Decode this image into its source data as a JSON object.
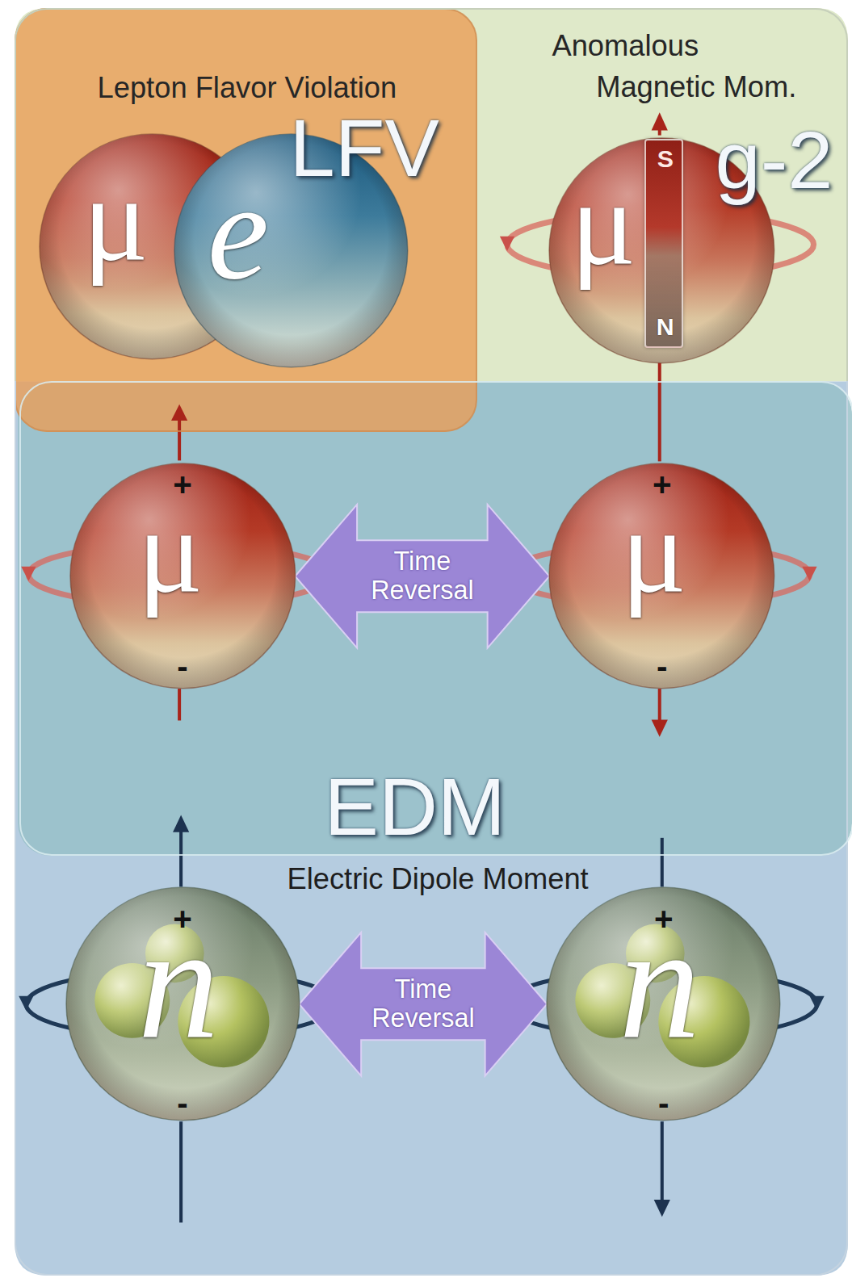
{
  "diagram": {
    "nodes": [
      {
        "text": [
          "Lepton Flavor Violation",
          "LFV"
        ]
      },
      {
        "text": [
          "μ"
        ],
        "in": 0
      },
      {
        "text": [
          "e"
        ],
        "in": 0
      },
      {
        "text": [
          "Anomalous Magnetic Mom.",
          "g-2"
        ]
      },
      {
        "text": [
          "μ"
        ],
        "in": 3
      },
      {
        "text": [
          "S",
          "N"
        ],
        "in": 4
      },
      {
        "text": [
          "Electric Dipole Moment"
        ]
      },
      {
        "text": [
          "EDM"
        ],
        "in": 6
      },
      {
        "text": [
          "+",
          "μ",
          "-"
        ],
        "in": 7
      },
      {
        "text": [
          "+",
          "μ",
          "-"
        ],
        "in": 7
      },
      {
        "text": [
          "+",
          "n",
          "-"
        ],
        "in": 6
      },
      {
        "text": [
          "+",
          "n",
          "-"
        ],
        "in": 6
      }
    ],
    "edges": [
      {
        "from": 8,
        "to": 9,
        "arrow": "both",
        "label": "Time Reversal"
      },
      {
        "from": 10,
        "to": 11,
        "arrow": "both",
        "label": "Time Reversal"
      }
    ]
  }
}
